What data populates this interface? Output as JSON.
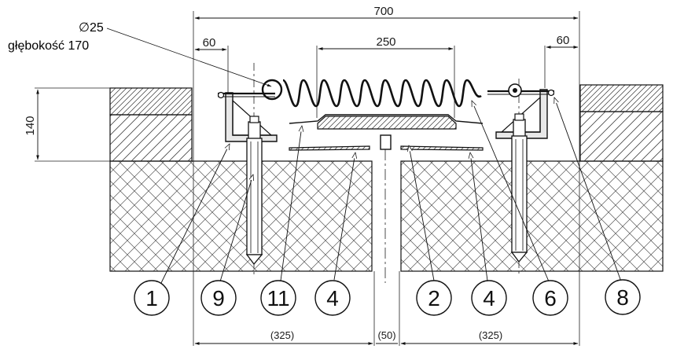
{
  "dimensions": {
    "overall_width": "700",
    "spring_length": "250",
    "left_offset": "60",
    "right_offset": "60",
    "height": "140",
    "left_span": "(325)",
    "gap": "(50)",
    "right_span": "(325)"
  },
  "notes": {
    "diameter": "∅25",
    "depth": "głębokość 170"
  },
  "callouts": [
    {
      "label": "1"
    },
    {
      "label": "9"
    },
    {
      "label": "11"
    },
    {
      "label": "4"
    },
    {
      "label": "2"
    },
    {
      "label": "4"
    },
    {
      "label": "6"
    },
    {
      "label": "8"
    }
  ],
  "colors": {
    "line": "#111111",
    "background": "#ffffff"
  }
}
